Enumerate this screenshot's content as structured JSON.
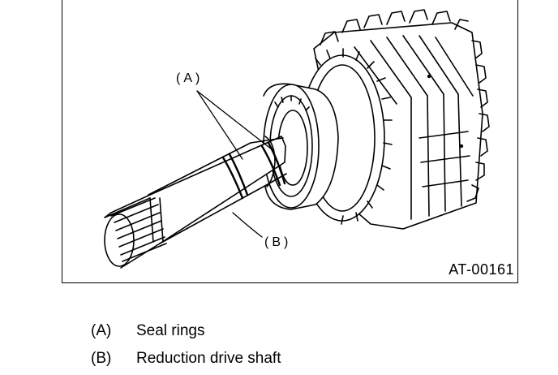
{
  "figure": {
    "callouts": {
      "a": "(A)",
      "b": "(B)"
    },
    "figure_id": "AT-00161"
  },
  "legend": [
    {
      "key": "(A)",
      "label": "Seal rings"
    },
    {
      "key": "(B)",
      "label": "Reduction drive shaft"
    }
  ]
}
